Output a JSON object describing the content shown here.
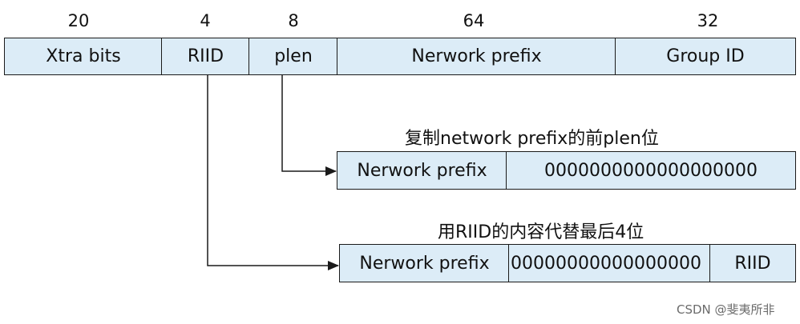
{
  "header_row": {
    "fields": [
      {
        "bits": "20",
        "label": "Xtra bits"
      },
      {
        "bits": "4",
        "label": "RIID"
      },
      {
        "bits": "8",
        "label": "plen"
      },
      {
        "bits": "64",
        "label": "Nerwork prefix"
      },
      {
        "bits": "32",
        "label": "Group ID"
      }
    ]
  },
  "copy_step": {
    "caption": "复制network prefix的前plen位",
    "prefix": "Nerwork prefix",
    "zeros": "0000000000000000000"
  },
  "replace_step": {
    "caption": "用RIID的内容代替最后4位",
    "prefix": "Nerwork prefix",
    "zeros": "00000000000000000",
    "riid": "RIID"
  },
  "watermark": "CSDN @斐夷所非",
  "colors": {
    "field_fill": "#dcecf7",
    "stroke": "#1a1a1a"
  }
}
